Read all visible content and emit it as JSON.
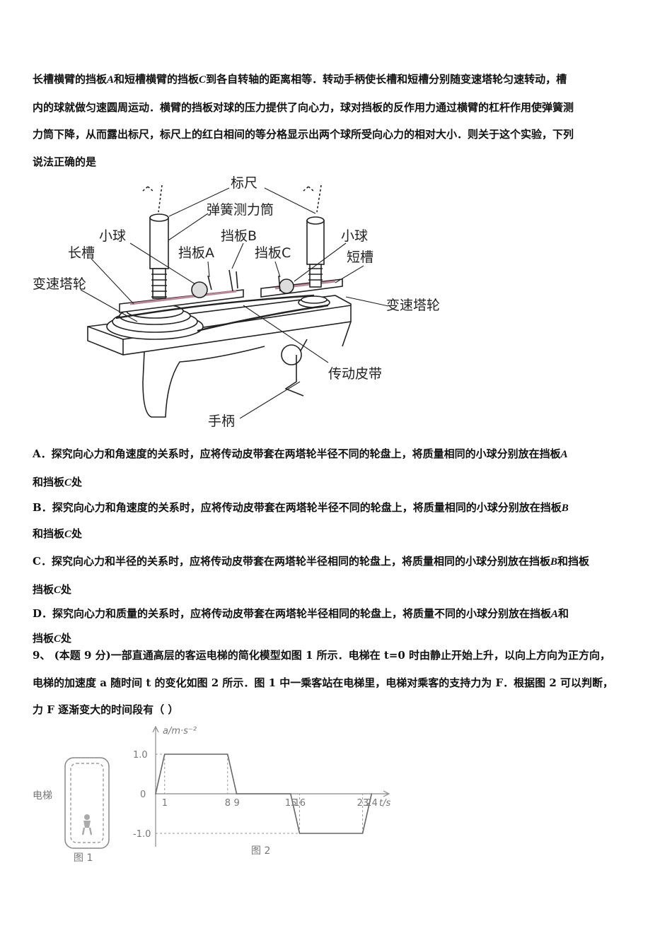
{
  "intro": {
    "line1_a": "长槽横臂的挡板",
    "line1_A": "A",
    "line1_b": "和短槽横臂的挡板",
    "line1_C": "C",
    "line1_c": "到各自转轴的距离相等．转动手柄使长槽和短槽分别随变速塔轮匀速转动，槽",
    "line2": "内的球就做匀速圆周运动．横臂的挡板对球的压力提供了向心力，球对挡板的反作用力通过横臂的杠杆作用使弹簧测",
    "line3": "力筒下降，从而露出标尺，标尺上的红白相间的等分格显示出两个球所受向心力的相对大小．则关于这个实验，下列",
    "line4": "说法正确的是"
  },
  "figure_apparatus": {
    "labels": {
      "ruler": "标尺",
      "spring": "弹簧测力筒",
      "ball_left": "小球",
      "ball_right": "小球",
      "baffle_a": "挡板A",
      "baffle_b": "挡板B",
      "baffle_c": "挡板C",
      "long_groove": "长槽",
      "short_groove": "短槽",
      "pulley_left": "变速塔轮",
      "pulley_right": "变速塔轮",
      "belt": "传动皮带",
      "handle": "手柄"
    }
  },
  "options": [
    {
      "key": "A．",
      "text_a": "探究向心力和角速度的关系时，应将传动皮带套在两塔轮半径不同的轮盘上，将质量相同的小球分别放在挡板",
      "v1": "A",
      "text_b": "和挡板",
      "v2": "C",
      "text_c": "处"
    },
    {
      "key": "B．",
      "text_a": "探究向心力和角速度的关系时，应将传动皮带套在两塔轮半径不同的轮盘上，将质量相同的小球分别放在挡板",
      "v1": "B",
      "text_b": "和挡板",
      "v2": "C",
      "text_c": "处"
    },
    {
      "key": "C．",
      "text_a": "探究向心力和半径的关系时，应将传动皮带套在两塔轮半径相同的轮盘上，将质量相同的小球分别放在挡板",
      "v1": "B",
      "text_b": "和挡板",
      "v2": "C",
      "text_c": "处"
    },
    {
      "key": "D．",
      "text_a": "探究向心力和质量的关系时，应将传动皮带套在两塔轮半径相同的轮盘上，将质量不同的小球分别放在挡板",
      "v1": "A",
      "text_b": "和挡板",
      "v2": "C",
      "text_c": "处"
    }
  ],
  "question9": {
    "number": "9、",
    "line1": "(本题 9 分)一部直通高层的客运电梯的简化模型如图 1 所示．电梯在 t=0 时由静止开始上升，以向上方向为正方向，",
    "line2": "电梯的加速度 a 随时间 t 的变化如图 2 所示．图 1 中一乘客站在电梯里，电梯对乘客的支持力为 F．根据图 2 可以判断，",
    "line3": "力 F 逐渐变大的时间段有（ ）"
  },
  "figure_elevator": {
    "side_label": "电梯",
    "caption": "图 1"
  },
  "chart_data": {
    "type": "line",
    "caption": "图 2",
    "ylabel": "a/m·s⁻²",
    "xlabel": "t/s",
    "x": [
      0,
      1,
      8,
      9,
      15,
      16,
      23,
      24
    ],
    "y": [
      0,
      1.0,
      1.0,
      0,
      0,
      -1.0,
      -1.0,
      0
    ],
    "xticks": [
      "1",
      "8",
      "9",
      "15",
      "16",
      "23",
      "24"
    ],
    "yticks": [
      "1.0",
      "0",
      "-1.0"
    ],
    "xlim": [
      0,
      26
    ],
    "ylim": [
      -1.2,
      1.2
    ]
  }
}
